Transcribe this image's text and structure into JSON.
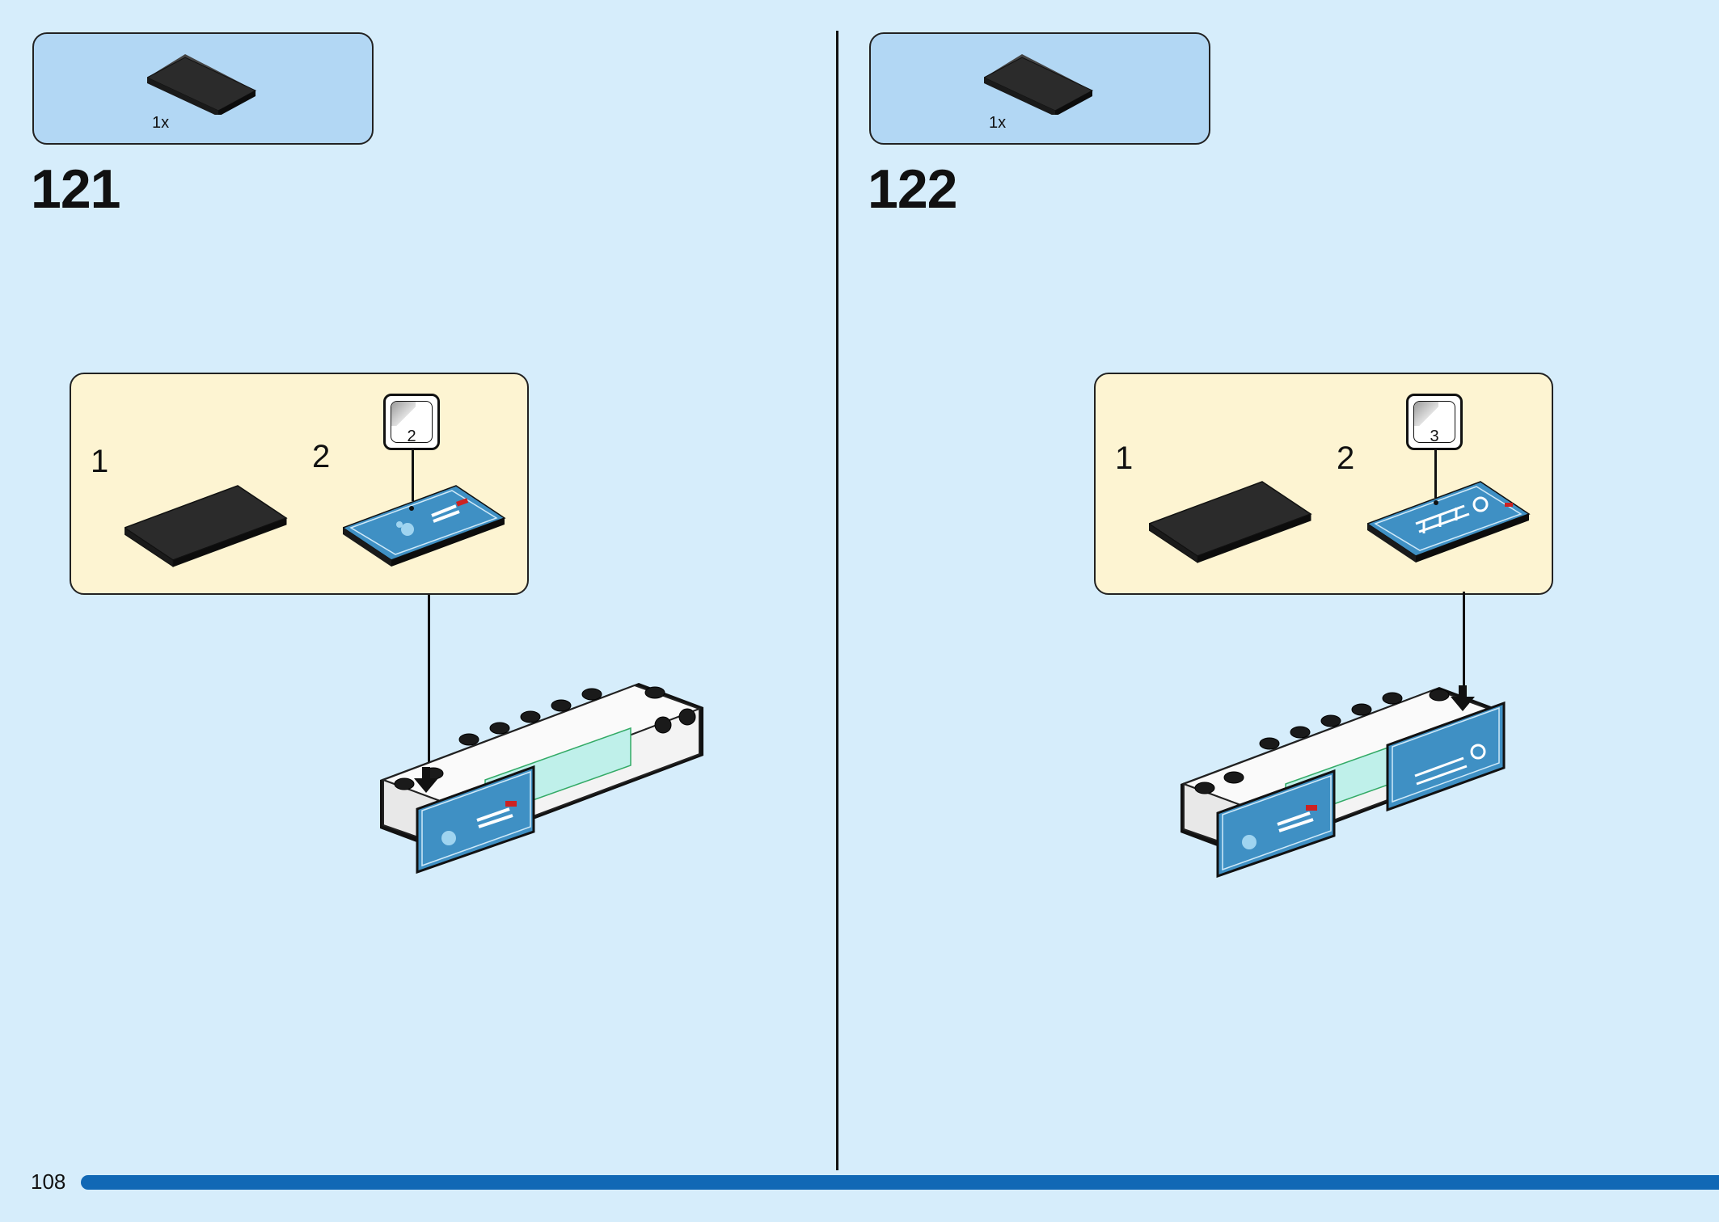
{
  "page_number": "108",
  "steps": [
    {
      "number": "121",
      "parts": {
        "quantity": "1x"
      },
      "substeps": {
        "first": "1",
        "second": "2"
      },
      "sticker_number": "2"
    },
    {
      "number": "122",
      "parts": {
        "quantity": "1x"
      },
      "substeps": {
        "first": "1",
        "second": "2"
      },
      "sticker_number": "3"
    }
  ],
  "colors": {
    "background": "#d6edfb",
    "parts_box": "#b2d7f4",
    "substep_box": "#fdf4d2",
    "tile": "#2b2b2b",
    "screen": "#3f90c4",
    "progress": "#1168b5"
  },
  "icons": [
    "black-tile-icon",
    "sticker-sheet-icon",
    "printed-tile-icon",
    "arrow-down-icon"
  ]
}
